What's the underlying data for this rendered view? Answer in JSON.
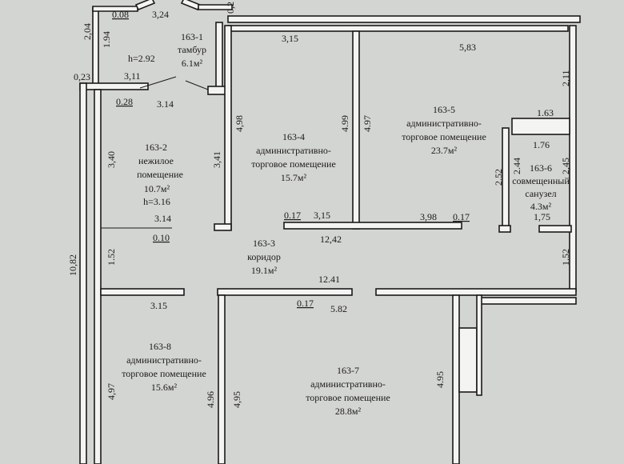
{
  "rooms": [
    {
      "id": "163-1",
      "name": "тамбур",
      "area": "6.1м²",
      "height": "h=2.92"
    },
    {
      "id": "163-2",
      "name1": "нежилое",
      "name2": "помещение",
      "area": "10.7м²",
      "height": "h=3.16"
    },
    {
      "id": "163-3",
      "name": "коридор",
      "area": "19.1м²"
    },
    {
      "id": "163-4",
      "name1": "административно-",
      "name2": "торговое помещение",
      "area": "15.7м²"
    },
    {
      "id": "163-5",
      "name1": "административно-",
      "name2": "торговое помещение",
      "area": "23.7м²"
    },
    {
      "id": "163-6",
      "name1": "совмещенный",
      "name2": "санузел",
      "area": "4.3м²"
    },
    {
      "id": "163-7",
      "name1": "административно-",
      "name2": "торговое помещение",
      "area": "28.8м²"
    },
    {
      "id": "163-8",
      "name1": "административно-",
      "name2": "торговое помещение",
      "area": "15.6м²"
    }
  ],
  "dims": {
    "d008": "0.08",
    "d324": "3,24",
    "d204": "2,04",
    "d194": "1.94",
    "d023": "0,23",
    "d311": "3,11",
    "d028": "0.28",
    "d314a": "3.14",
    "d315a": "3,15",
    "d583": "5,83",
    "d211": "2,11",
    "d163": "1.63",
    "d176": "1.76",
    "d252": "2.52",
    "d244": "2.44",
    "d245": "2,45",
    "d175": "1,75",
    "d498": "4,98",
    "d499": "4.99",
    "d497": "4.97",
    "d341": "3,41",
    "d340": "3,40",
    "d017a": "0.17",
    "d315b": "3,15",
    "d398": "3,98",
    "d017b": "0.17",
    "d314b": "3.14",
    "d010": "0.10",
    "d1242": "12,42",
    "d1082": "10,82",
    "d152a": "1.52",
    "d1241": "12.41",
    "d152b": "1.52",
    "d315c": "3.15",
    "d017c": "0.17",
    "d582": "5.82",
    "d497b": "4,97",
    "d496": "4.96",
    "d495a": "4,95",
    "d495b": "4.95",
    "d02": "0,2"
  }
}
